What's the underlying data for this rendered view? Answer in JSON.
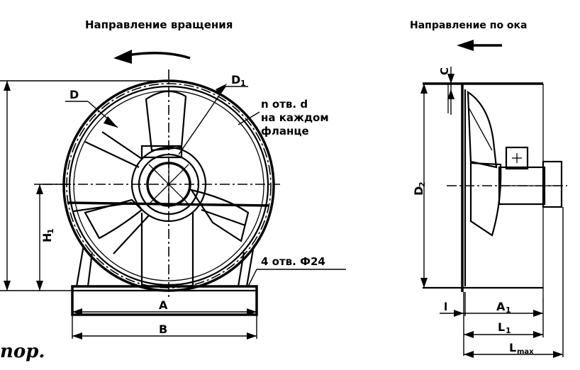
{
  "front_view": {
    "rotation_direction_label": "Направление вращения",
    "dim_D": "D",
    "dim_D1": "D",
    "dim_D1_sub": "1",
    "flange_note_line1": "n отв. d",
    "flange_note_line2": "на каждом",
    "flange_note_line3": "фланце",
    "holes_note": "4 отв. Ф24",
    "dim_H1": "H",
    "dim_H1_sub": "1",
    "dim_A": "A",
    "dim_B": "B",
    "caption_fragment": "пор."
  },
  "side_view": {
    "flow_direction_label": "Направление по ока",
    "dim_C": "C",
    "dim_D2": "D",
    "dim_D2_sub": "2",
    "dim_l": "l",
    "dim_A1": "A",
    "dim_A1_sub": "1",
    "dim_L1": "L",
    "dim_L1_sub": "1",
    "dim_Lmax": "L",
    "dim_Lmax_sub": "max"
  }
}
